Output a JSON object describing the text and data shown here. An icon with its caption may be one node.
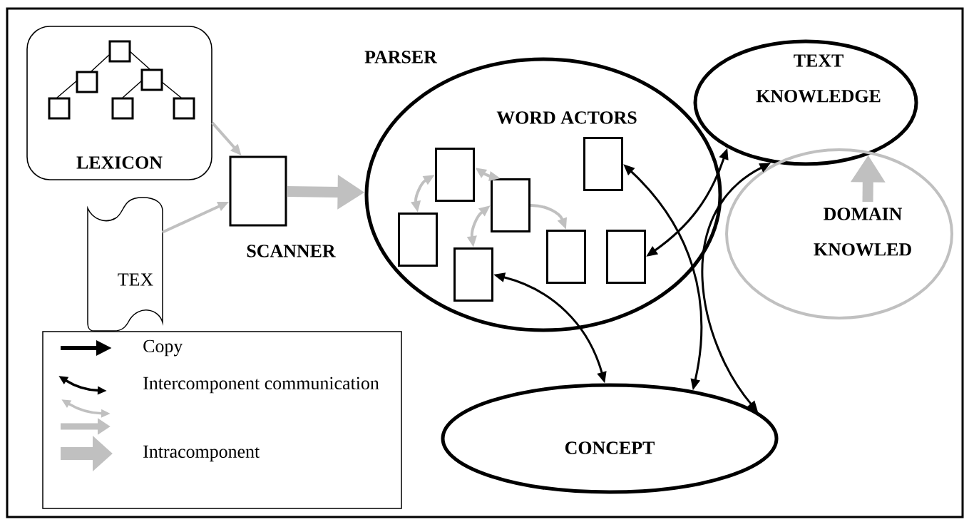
{
  "diagram": {
    "nodes": [
      {
        "text": [
          "LEXICON"
        ]
      },
      {
        "text": [
          "TEX"
        ]
      },
      {
        "text": [],
        "shape": "box",
        "beside": [
          "SCANNER"
        ]
      },
      {
        "text": [
          "PARSER",
          "WORD ACTORS"
        ]
      },
      {
        "text": [],
        "shape": "box",
        "in": 3
      },
      {
        "text": [],
        "shape": "box",
        "in": 3
      },
      {
        "text": [],
        "shape": "box",
        "in": 3
      },
      {
        "text": [],
        "shape": "box",
        "in": 3
      },
      {
        "text": [],
        "shape": "box",
        "in": 3
      },
      {
        "text": [],
        "shape": "box",
        "in": 3
      },
      {
        "text": [],
        "shape": "box",
        "in": 3
      },
      {
        "text": [
          "TEXT KNOWLEDGE"
        ]
      },
      {
        "text": [
          "DOMAIN KNOWLED"
        ]
      },
      {
        "text": [
          "CONCEPT"
        ]
      }
    ],
    "edges": [
      {
        "from": 0,
        "to": 2,
        "arrow": "to",
        "color": "#c0c0c0"
      },
      {
        "from": 1,
        "to": 2,
        "arrow": "to",
        "color": "#c0c0c0"
      },
      {
        "from": 2,
        "to": 3,
        "arrow": "to",
        "style": "thick",
        "color": "#c0c0c0"
      },
      {
        "from": 4,
        "to": 5,
        "arrow": "both",
        "color": "#c0c0c0"
      },
      {
        "from": 5,
        "to": 7,
        "arrow": "both",
        "color": "#c0c0c0"
      },
      {
        "from": 7,
        "to": 6,
        "arrow": "both",
        "color": "#c0c0c0"
      },
      {
        "from": 7,
        "to": 8,
        "arrow": "to",
        "color": "#c0c0c0"
      },
      {
        "from": 11,
        "to": 10,
        "arrow": "both",
        "color": "#000000"
      },
      {
        "from": 9,
        "to": 13,
        "arrow": "both",
        "color": "#000000"
      },
      {
        "from": 6,
        "to": 13,
        "arrow": "both",
        "color": "#000000"
      },
      {
        "from": 11,
        "to": 13,
        "arrow": "both",
        "color": "#000000"
      },
      {
        "from": 12,
        "to": 11,
        "arrow": "to",
        "style": "thick",
        "color": "#c0c0c0"
      }
    ],
    "legend": [
      {
        "text": "Copy"
      },
      {
        "text": "Intercomponent communication"
      },
      {
        "text": "Intracomponent"
      }
    ]
  }
}
